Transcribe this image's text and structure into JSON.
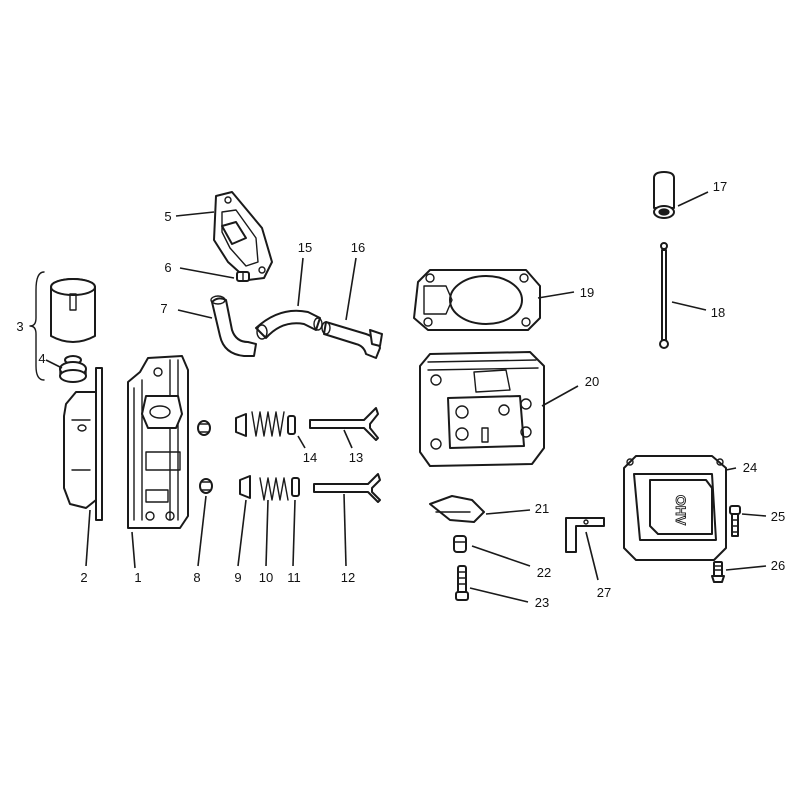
{
  "diagram": {
    "emboss_text": "OHV",
    "callouts": [
      {
        "id": "callout-1",
        "label": "1"
      },
      {
        "id": "callout-2",
        "label": "2"
      },
      {
        "id": "callout-3",
        "label": "3"
      },
      {
        "id": "callout-4",
        "label": "4"
      },
      {
        "id": "callout-5",
        "label": "5"
      },
      {
        "id": "callout-6",
        "label": "6"
      },
      {
        "id": "callout-7",
        "label": "7"
      },
      {
        "id": "callout-8",
        "label": "8"
      },
      {
        "id": "callout-9",
        "label": "9"
      },
      {
        "id": "callout-10",
        "label": "10"
      },
      {
        "id": "callout-11",
        "label": "11"
      },
      {
        "id": "callout-12",
        "label": "12"
      },
      {
        "id": "callout-13",
        "label": "13"
      },
      {
        "id": "callout-14",
        "label": "14"
      },
      {
        "id": "callout-15",
        "label": "15"
      },
      {
        "id": "callout-16",
        "label": "16"
      },
      {
        "id": "callout-17",
        "label": "17"
      },
      {
        "id": "callout-18",
        "label": "18"
      },
      {
        "id": "callout-19",
        "label": "19"
      },
      {
        "id": "callout-20",
        "label": "20"
      },
      {
        "id": "callout-21",
        "label": "21"
      },
      {
        "id": "callout-22",
        "label": "22"
      },
      {
        "id": "callout-23",
        "label": "23"
      },
      {
        "id": "callout-24",
        "label": "24"
      },
      {
        "id": "callout-25",
        "label": "25"
      },
      {
        "id": "callout-26",
        "label": "26"
      },
      {
        "id": "callout-27",
        "label": "27"
      }
    ]
  }
}
